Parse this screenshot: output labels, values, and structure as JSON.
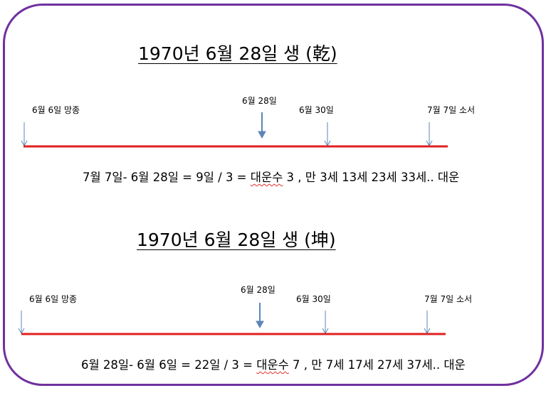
{
  "sections": [
    {
      "title": "1970년 6월 28일 생 (乾)",
      "labels": {
        "start": "6월 6일 망종",
        "birth": "6월 28일",
        "mid": "6월 30일",
        "end": "7월 7일 소서"
      },
      "calc": {
        "prefix": "7월 7일- 6월 28일 = 9일 / 3 = ",
        "daeunsu": "대운수",
        "suffix": " 3 , 만 3세 13세 23세 33세.. 대운"
      }
    },
    {
      "title": "1970년 6월 28일 생 (坤)",
      "labels": {
        "start": "6월 6일 망종",
        "birth": "6월 28일",
        "mid": "6월 30일",
        "end": "7월 7일 소서"
      },
      "calc": {
        "prefix": "6월 28일- 6월 6일 = 22일 / 3 = ",
        "daeunsu": "대운수",
        "suffix": " 7 , 만 7세 17세 27세 37세.. 대운"
      }
    }
  ],
  "colors": {
    "frame": "#7030a0",
    "timeline": "#e02020",
    "arrow": "#5b86b8",
    "spellcheck": "#e03030"
  }
}
